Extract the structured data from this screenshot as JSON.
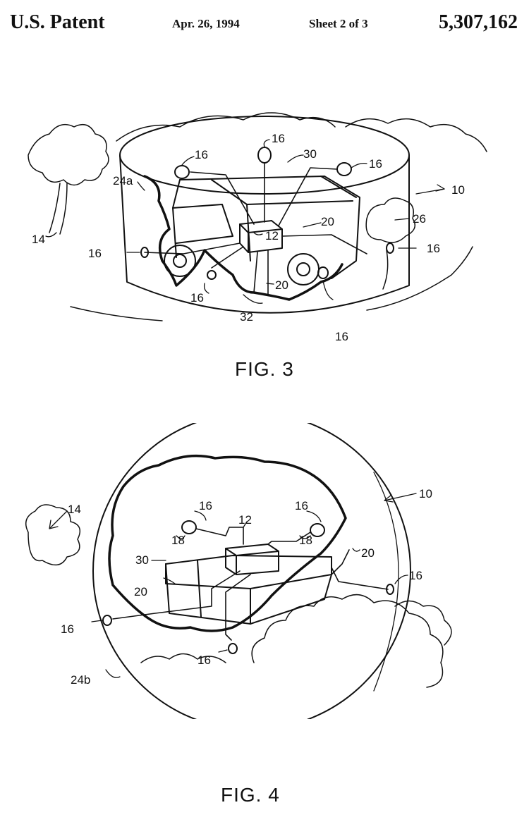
{
  "header": {
    "title": "U.S. Patent",
    "date": "Apr. 26, 1994",
    "sheet": "Sheet 2 of 3",
    "patent_number": "5,307,162"
  },
  "fig3": {
    "caption": "FIG. 3",
    "labels": {
      "l16a": "16",
      "l16b": "16",
      "l16c": "16",
      "l16d": "16",
      "l16e": "16",
      "l16f": "16",
      "l16g": "16",
      "l30": "30",
      "l10": "10",
      "l24a": "24a",
      "l12": "12",
      "l20a": "20",
      "l20b": "20",
      "l26": "26",
      "l14": "14",
      "l32": "32"
    }
  },
  "fig4": {
    "caption": "FIG. 4",
    "labels": {
      "l14": "14",
      "l16a": "16",
      "l16b": "16",
      "l16c": "16",
      "l16d": "16",
      "l16e": "16",
      "l10": "10",
      "l12": "12",
      "l18a": "18",
      "l18b": "18",
      "l30": "30",
      "l20a": "20",
      "l20b": "20",
      "l24b": "24b"
    }
  }
}
